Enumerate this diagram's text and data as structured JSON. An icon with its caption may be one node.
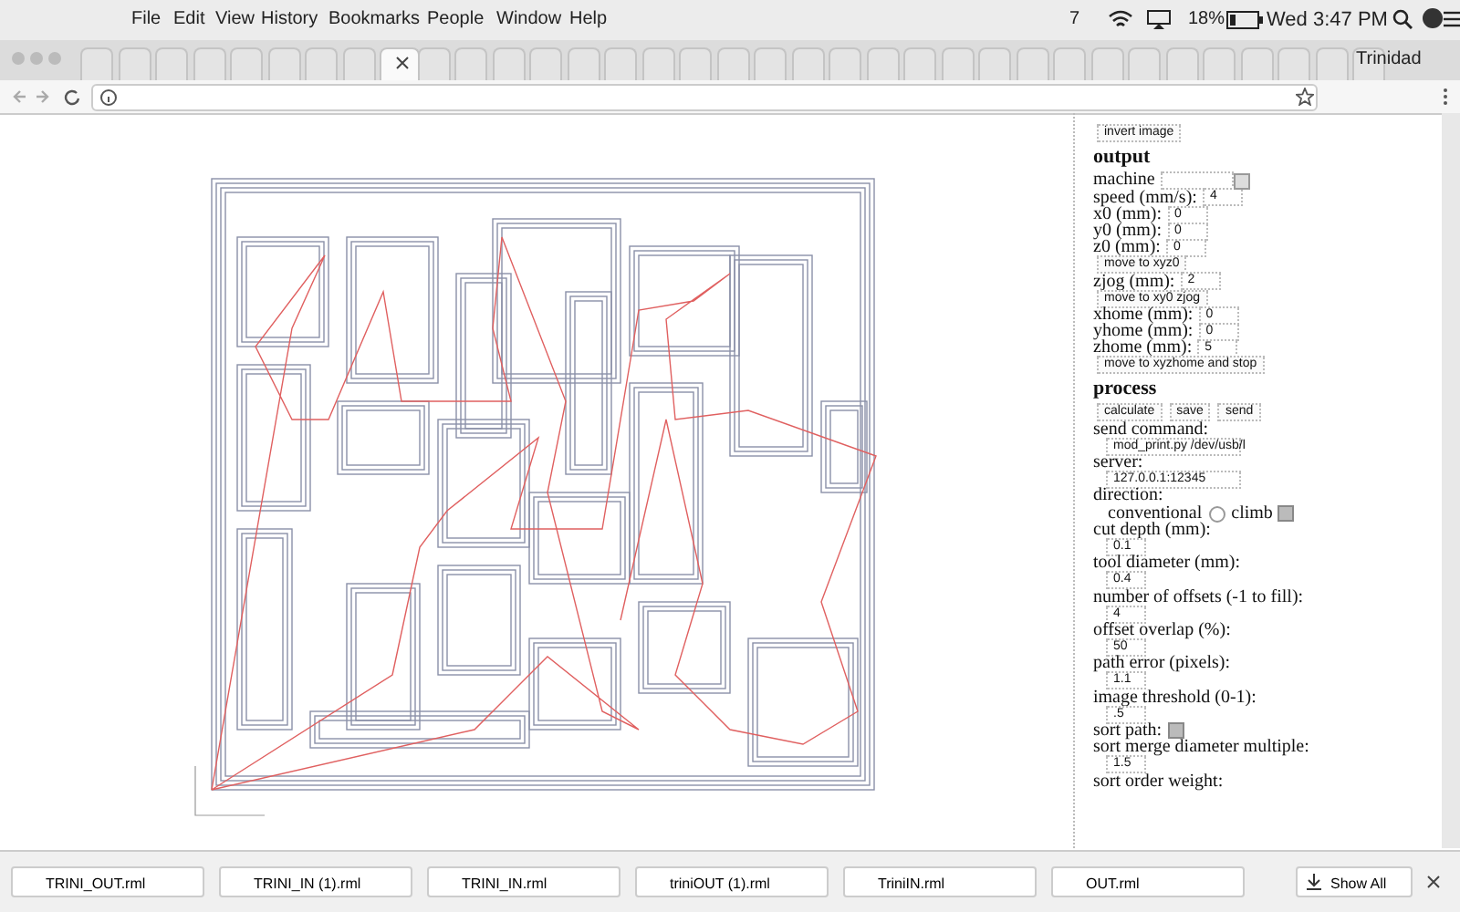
{
  "diagram": {
    "labels": [
      "File",
      "Edit",
      "View",
      "History",
      "Bookmarks",
      "People",
      "Window",
      "Help",
      "7",
      "18%",
      "Wed 3:47 PM",
      "Trinidad",
      "invert image",
      "output",
      "machine",
      "speed (mm/s):",
      "4",
      "x0 (mm):",
      "0",
      "y0 (mm):",
      "0",
      "z0 (mm):",
      "0",
      "move to xyz0",
      "zjog (mm):",
      "2",
      "move to xy0 zjog",
      "xhome (mm):",
      "0",
      "yhome (mm):",
      "0",
      "zhome (mm):",
      "5",
      "move to xyzhome and stop",
      "process",
      "calculate",
      "save",
      "send",
      "send command:",
      "mod_print.py /dev/usb/l",
      "server:",
      "127.0.0.1:12345",
      "direction:",
      "conventional",
      "climb",
      "cut depth (mm):",
      "0.1",
      "tool diameter (mm):",
      "0.4",
      "number of offsets (-1 to fill):",
      "4",
      "offset overlap (%):",
      "50",
      "path error (pixels):",
      "1.1",
      "image threshold (0-1):",
      ".5",
      "sort path:",
      "sort merge diameter multiple:",
      "1.5",
      "sort order weight:",
      "TRINI_OUT.rml",
      "TRINI_IN (1).rml",
      "TRINI_IN.rml",
      "triniOUT (1).rml",
      "TriniIN.rml",
      "OUT.rml",
      "Show All"
    ]
  }
}
